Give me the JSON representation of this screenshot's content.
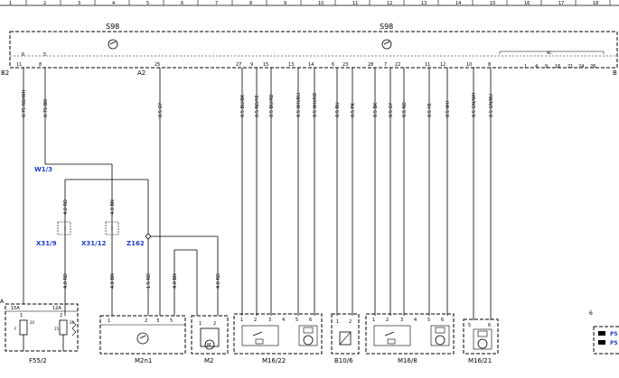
{
  "ruler": {
    "numbers": [
      "1",
      "2",
      "3",
      "4",
      "5",
      "6",
      "7",
      "8",
      "9",
      "10",
      "11",
      "12",
      "13",
      "14",
      "15",
      "16",
      "17",
      "18"
    ]
  },
  "top_unit": {
    "label_left": "S98",
    "label_right": "S98",
    "connector_b2": "B2",
    "connector_a2": "A2",
    "connector_b_right": "B",
    "pins_b2": [
      "11",
      "8"
    ],
    "pins_b2_top": [
      "6",
      "5"
    ],
    "pin_a2": "25",
    "pins_a2": [
      "27",
      "9",
      "15",
      "13",
      "14",
      "6",
      "23",
      "28",
      "7",
      "22",
      "11",
      "12",
      "10",
      "8"
    ],
    "bracket_nums_top": "NC",
    "bracket_nums": [
      "1",
      "4",
      "9",
      "16",
      "21",
      "24",
      "26"
    ]
  },
  "wires": [
    "0.75 RD/WH",
    "0.75 BN",
    "0.5 GY",
    "0.5 BU/BK",
    "0.5 RD/YE",
    "0.5 BU/RD",
    "0.5 WH/BU",
    "0.5 WH/RD",
    "0.5 BU",
    "0.5 PK",
    "0.5 BK",
    "0.5 GY",
    "0.5 RD",
    "0.5 YE",
    "0.5 WH",
    "0.5 GN/WH",
    "0.5 GN/BU"
  ],
  "mid_wires": [
    "4.0 RD",
    "4.0 BN",
    "4.0 RD",
    "4.0 BN",
    "1.5 RD",
    "4.0 BN",
    "4.0 RD"
  ],
  "labels": {
    "w13": "W1/3",
    "x319": "X31/9",
    "x3112": "X31/12",
    "z162": "Z162"
  },
  "components": {
    "f552": "F55/2",
    "m2n1": "M2n1",
    "m2": "M2",
    "m1622": "M16/22",
    "b106": "B10/6",
    "m168": "M16/8",
    "m1621": "M16/21"
  },
  "fuse": {
    "corner": "A",
    "rating_left": "15A",
    "rating_right": "12A",
    "pins_top": [
      "1",
      "2"
    ],
    "pin_f": "F",
    "pin_20a": "20",
    "pin_15": "15",
    "pin_20b": "20"
  },
  "pins_m2n1": [
    "1",
    "2",
    "3",
    "5"
  ],
  "pins_m2": [
    "1",
    "2"
  ],
  "pins_m1622": [
    "1",
    "2",
    "3",
    "4",
    "5",
    "6"
  ],
  "pins_b106": [
    "1",
    "2"
  ],
  "pins_m168": [
    "1",
    "2",
    "3",
    "4",
    "5",
    "6"
  ],
  "pins_m1621": [
    "5",
    "6"
  ],
  "right_edge": {
    "num": "6",
    "p1": "P5",
    "p2": "P5"
  },
  "colors": {
    "ink": "#000000",
    "label_blue": "#1f3fbf"
  }
}
